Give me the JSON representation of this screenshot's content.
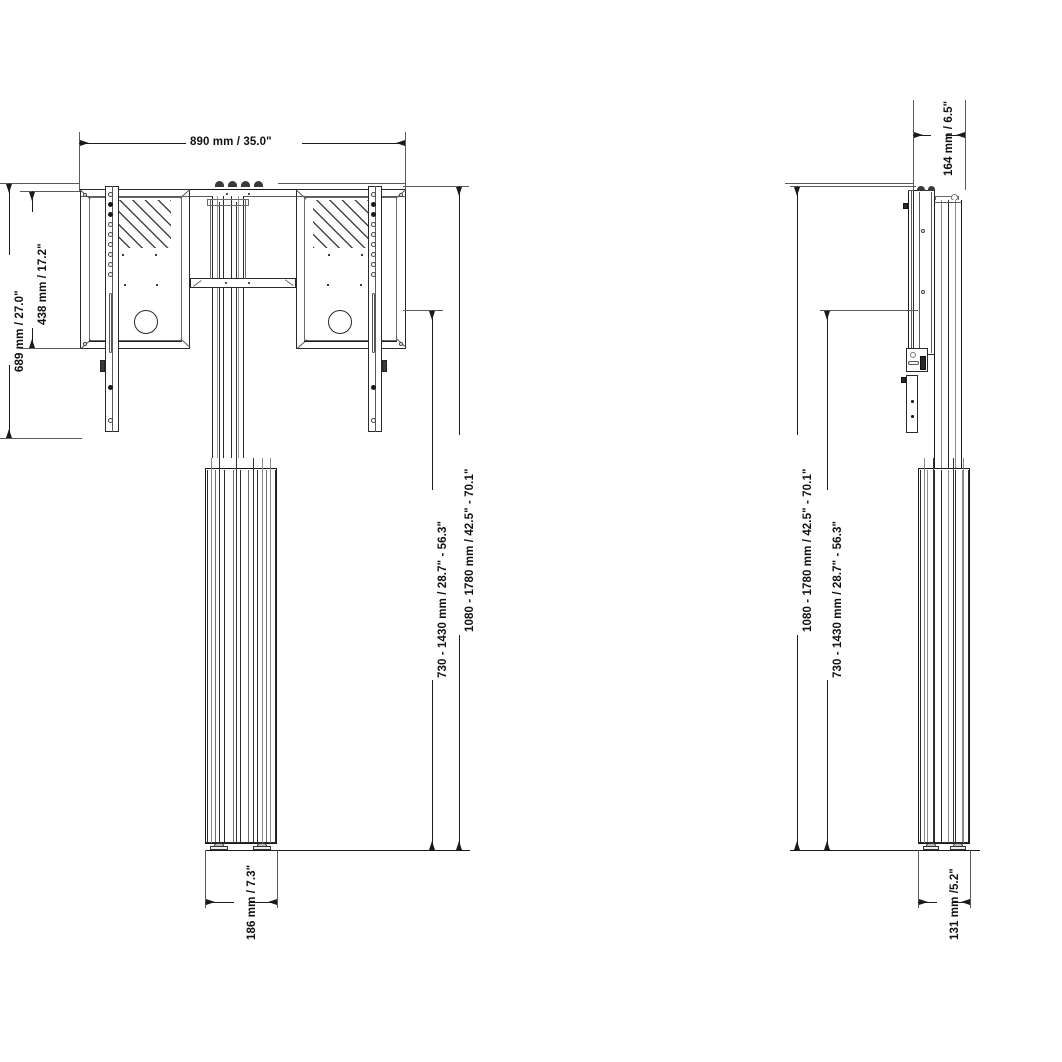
{
  "drawing": {
    "title": "Wall-mounted motorized display lift — dimensioned technical drawing",
    "views": [
      {
        "id": "front",
        "name": "front-view"
      },
      {
        "id": "side",
        "name": "side-view"
      }
    ],
    "line_color": "#1a1a1a",
    "background": "#ffffff"
  },
  "dimensions": {
    "front": {
      "width_top": "890 mm / 35.0\"",
      "height_outer_left": "689 mm / 27.0\"",
      "height_inner_left": "438 mm / 17.2\"",
      "height_lower": "730 - 1430 mm / 28.7\" - 56.3\"",
      "height_total": "1080 - 1780 mm / 42.5\" - 70.1\"",
      "base_width": "186 mm / 7.3\""
    },
    "side": {
      "depth_top": "164 mm / 6.5\"",
      "height_total": "1080 - 1780 mm / 42.5\" - 70.1\"",
      "height_lower": "730 - 1430 mm / 28.7\" - 56.3\"",
      "base_depth": "131 mm /5.2\""
    }
  }
}
